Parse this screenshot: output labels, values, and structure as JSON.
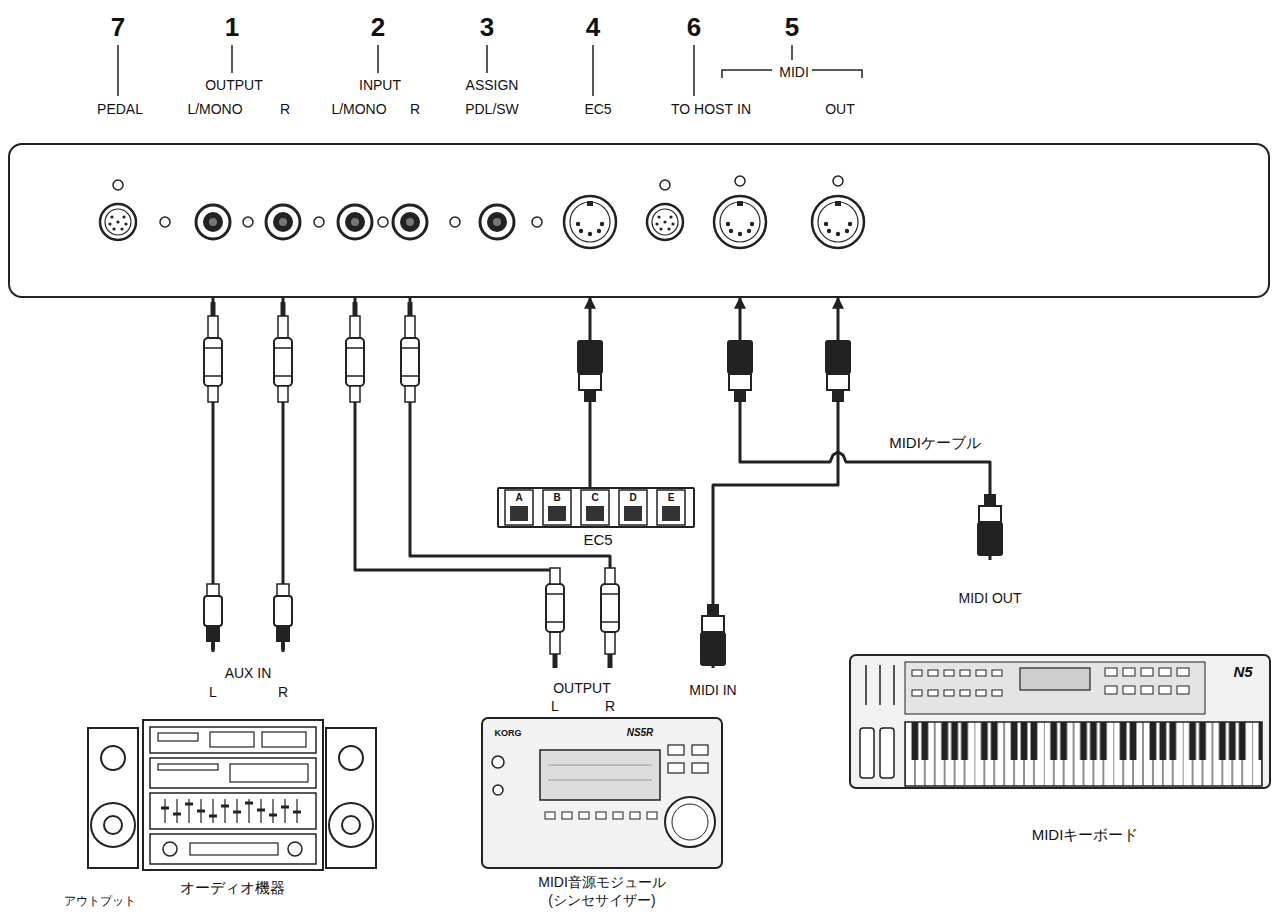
{
  "diagram": {
    "nodes": [
      {
        "text": [
          "PEDAL",
          "OUTPUT",
          "L/MONO",
          "R",
          "INPUT",
          "L/MONO",
          "R",
          "ASSIGN",
          "PDL/SW",
          "EC5",
          "TO HOST",
          "MIDI",
          "IN",
          "OUT"
        ]
      },
      {
        "text": [
          "EC5"
        ]
      },
      {
        "text": [
          "MIDIキーボード"
        ]
      },
      {
        "text": [
          "オーディオ機器"
        ]
      },
      {
        "text": [
          "MIDI音源モジュール",
          "(シンセサイザー)"
        ]
      }
    ],
    "edges": [
      {
        "from": 0,
        "to": 3,
        "arrow": "none"
      },
      {
        "from": 0,
        "to": 3,
        "arrow": "none"
      },
      {
        "from": 4,
        "to": 0,
        "arrow": "none"
      },
      {
        "from": 4,
        "to": 0,
        "arrow": "none"
      },
      {
        "from": 1,
        "to": 0,
        "arrow": "to"
      },
      {
        "from": 2,
        "to": 0,
        "arrow": "to"
      },
      {
        "from": 4,
        "to": 0,
        "arrow": "to"
      }
    ],
    "labels": [
      "7",
      "1",
      "2",
      "3",
      "4",
      "6",
      "5",
      "MIDIケーブル",
      "MIDI OUT",
      "A",
      "B",
      "C",
      "D",
      "E",
      "N5",
      "AUX IN",
      "L",
      "R",
      "OUTPUT",
      "L",
      "R",
      "MIDI IN",
      "KORG",
      "NS5R",
      "アウトプット"
    ]
  }
}
